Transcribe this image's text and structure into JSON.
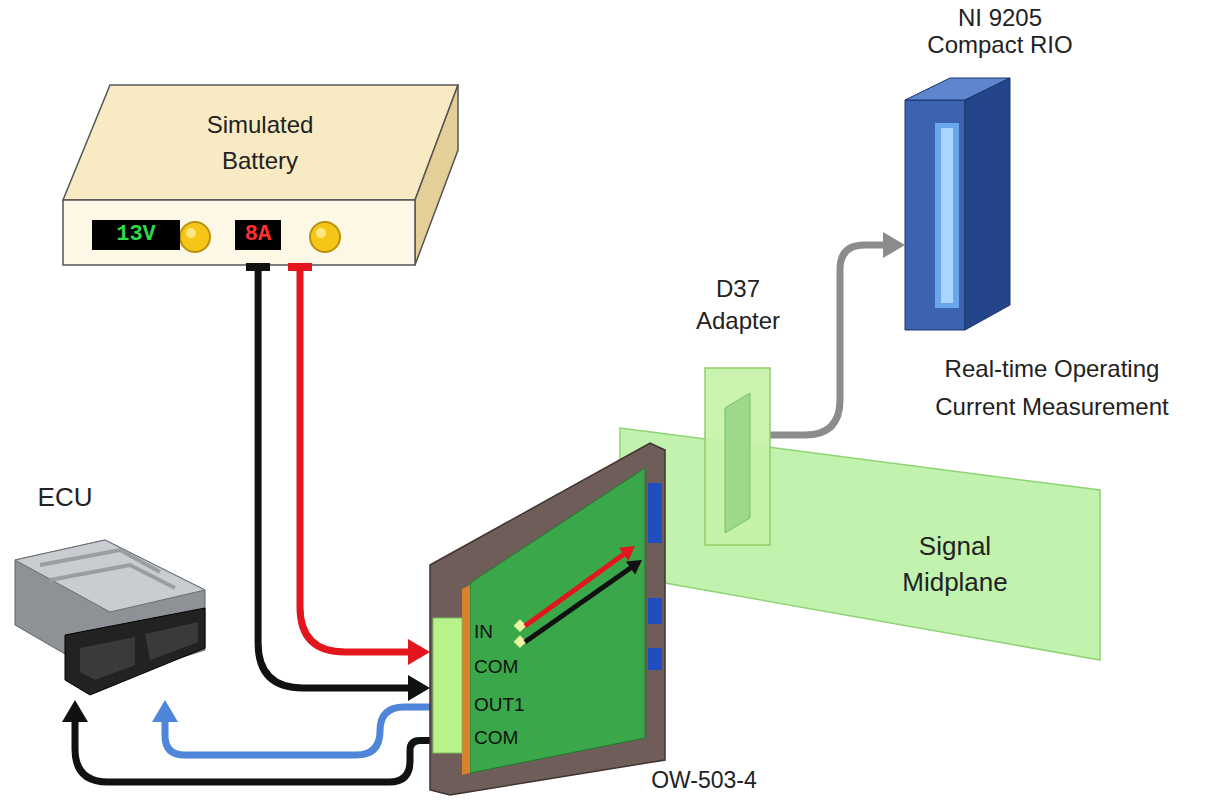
{
  "diagram": {
    "nodes": [
      {
        "text": [
          "Simulated Battery"
        ]
      },
      {
        "text": [
          "13V"
        ],
        "in": 0
      },
      {
        "text": [
          "8A"
        ],
        "in": 0
      },
      {
        "text": [
          "NI 9205 Compact RIO",
          "Real-time Operating Current Measurement"
        ]
      },
      {
        "text": [
          "D37 Adapter"
        ]
      },
      {
        "text": [
          "Signal Midplane"
        ]
      },
      {
        "text": [
          "ECU"
        ]
      },
      {
        "text": [
          "OW-503-4"
        ]
      }
    ],
    "edges": [
      {
        "from": 0,
        "to": 7,
        "arrow": "to"
      },
      {
        "from": 0,
        "to": 7,
        "arrow": "to"
      },
      {
        "from": 7,
        "to": 6,
        "arrow": "to"
      },
      {
        "from": 7,
        "to": 6,
        "arrow": "to"
      },
      {
        "from": 4,
        "to": 3,
        "arrow": "to"
      }
    ],
    "labels": [
      "IN",
      "COM",
      "OUT1",
      "COM"
    ]
  }
}
